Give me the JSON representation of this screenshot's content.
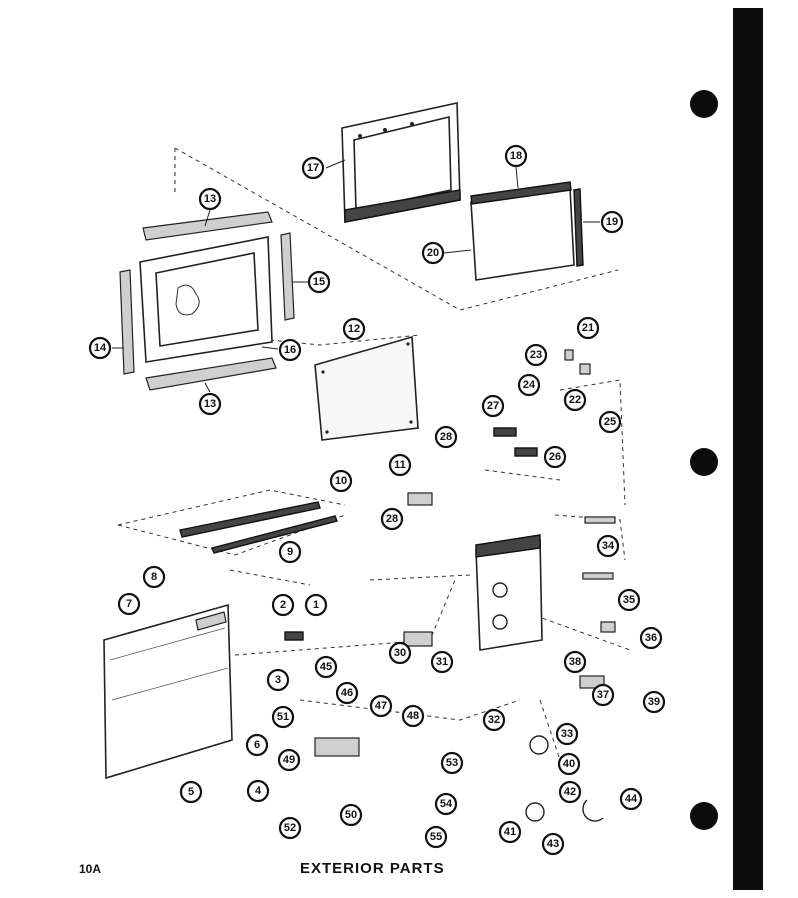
{
  "page": {
    "number": "10A",
    "title": "EXTERIOR PARTS"
  },
  "callouts": [
    "1",
    "2",
    "3",
    "4",
    "5",
    "6",
    "7",
    "8",
    "9",
    "10",
    "11",
    "12",
    "13",
    "13",
    "14",
    "15",
    "16",
    "17",
    "18",
    "19",
    "20",
    "21",
    "22",
    "23",
    "24",
    "25",
    "26",
    "27",
    "28",
    "28",
    "30",
    "31",
    "32",
    "33",
    "34",
    "35",
    "36",
    "37",
    "38",
    "39",
    "40",
    "41",
    "42",
    "43",
    "44",
    "45",
    "46",
    "47",
    "48",
    "49",
    "50",
    "51",
    "52",
    "53",
    "54",
    "55"
  ]
}
